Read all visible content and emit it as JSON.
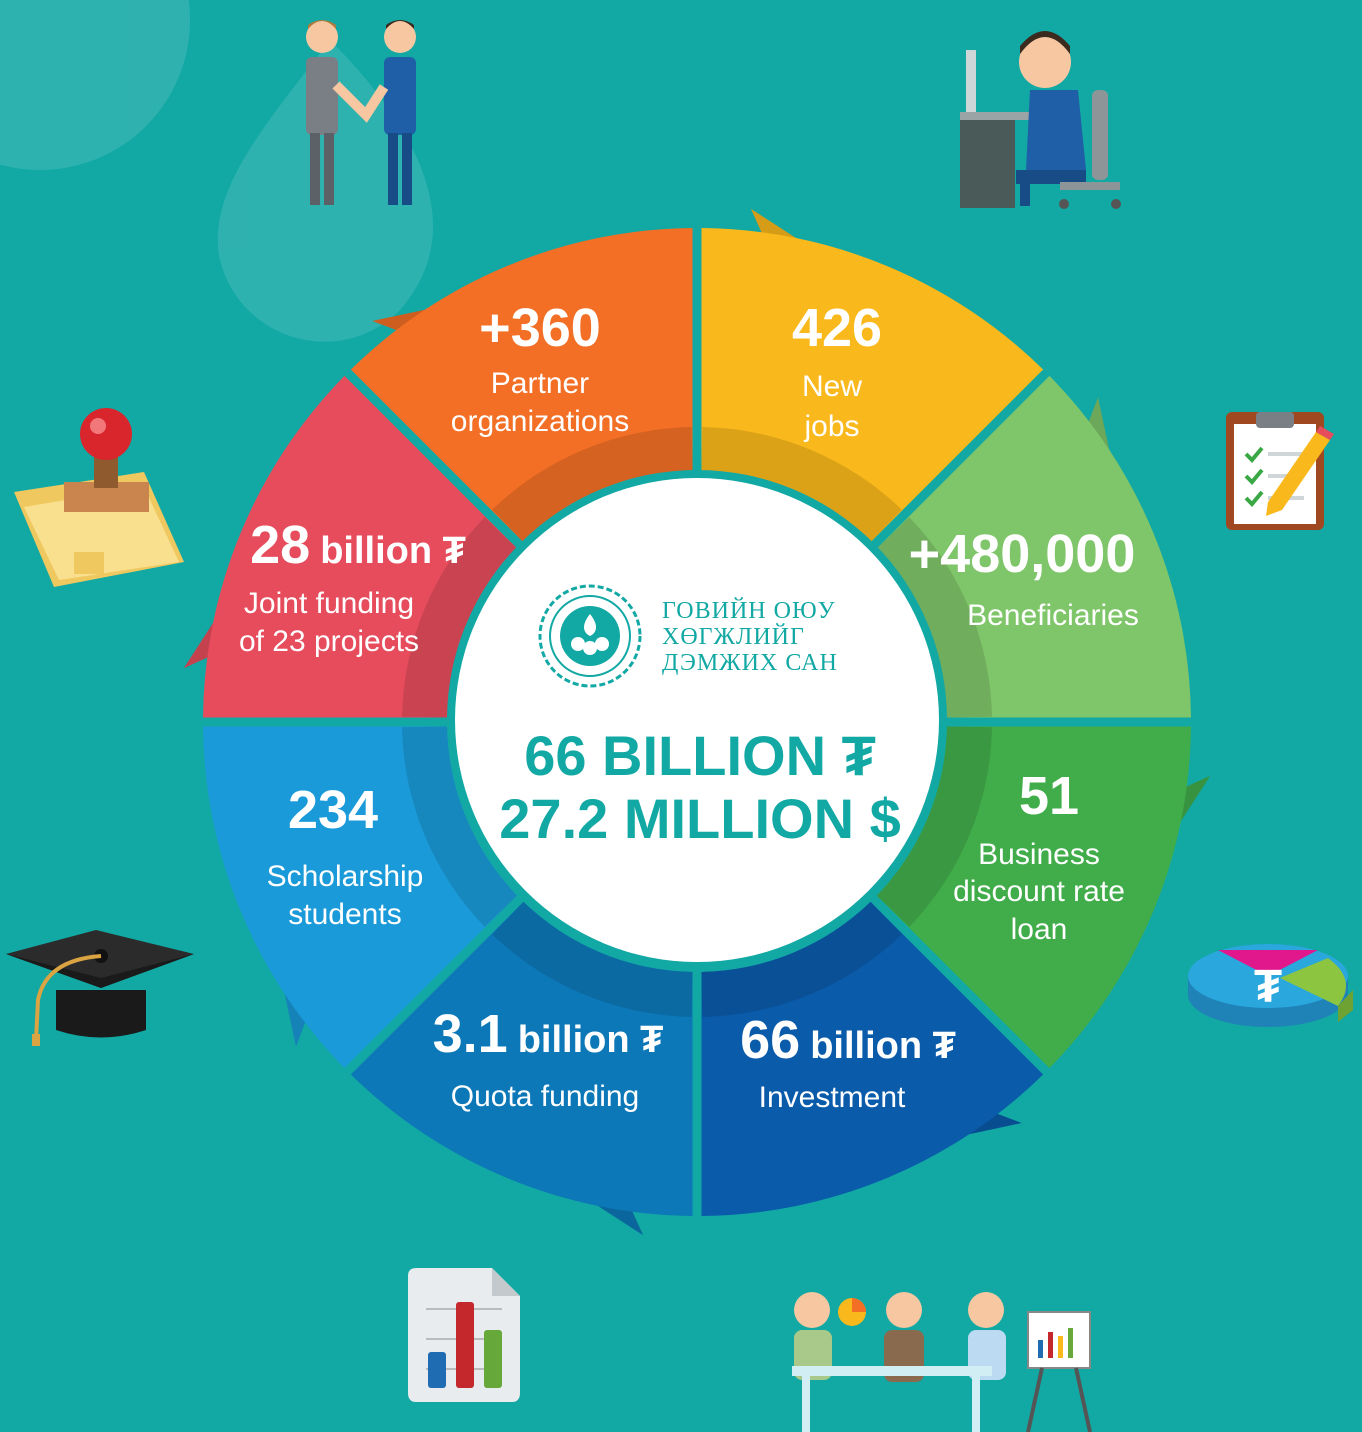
{
  "colors": {
    "background": "#12a8a4",
    "partners": "#f9b81b",
    "jobs": "#7fc56a",
    "beneficiaries": "#41ad4a",
    "business_loan": "#0b5bab",
    "investment": "#0c78b8",
    "quota": "#1a9ad8",
    "scholarship": "#e64c5c",
    "joint": "#f26f25",
    "center": "#ffffff",
    "center_text": "#12a8a4"
  },
  "center": {
    "logo_lines": [
      "ГОВИЙН ОЮУ",
      "ХӨГЖЛИЙГ",
      "ДЭМЖИХ САН"
    ],
    "total_tugrik": "66 BILLION ₮",
    "total_usd": "27.2 MILLION $"
  },
  "segments": [
    {
      "key": "partners",
      "value": "+360",
      "unit": "",
      "label_lines": [
        "Partner",
        "organizations"
      ]
    },
    {
      "key": "jobs",
      "value": "426",
      "unit": "",
      "label_lines": [
        "New",
        "jobs"
      ]
    },
    {
      "key": "beneficiaries",
      "value": "+480,000",
      "unit": "",
      "label_lines": [
        "Beneficiaries"
      ]
    },
    {
      "key": "business_loan",
      "value": "51",
      "unit": "",
      "label_lines": [
        "Business",
        "discount rate",
        "loan"
      ]
    },
    {
      "key": "investment",
      "value": "66",
      "unit": "billion ₮",
      "label_lines": [
        "Investment"
      ]
    },
    {
      "key": "quota",
      "value": "3.1",
      "unit": "billion ₮",
      "label_lines": [
        "Quota funding"
      ]
    },
    {
      "key": "scholarship",
      "value": "234",
      "unit": "",
      "label_lines": [
        "Scholarship",
        "students"
      ]
    },
    {
      "key": "joint",
      "value": "28",
      "unit": "billion ₮",
      "label_lines": [
        "Joint funding",
        "of 23 projects"
      ]
    }
  ],
  "icons": {
    "handshake": "handshake-icon",
    "office_worker": "office-worker-icon",
    "stamp": "stamp-icon",
    "checklist": "checklist-icon",
    "graduation_cap": "graduation-cap-icon",
    "pie_chart": "tugrik-pie-chart-icon",
    "bar_report": "bar-chart-report-icon",
    "meeting": "team-meeting-icon"
  }
}
